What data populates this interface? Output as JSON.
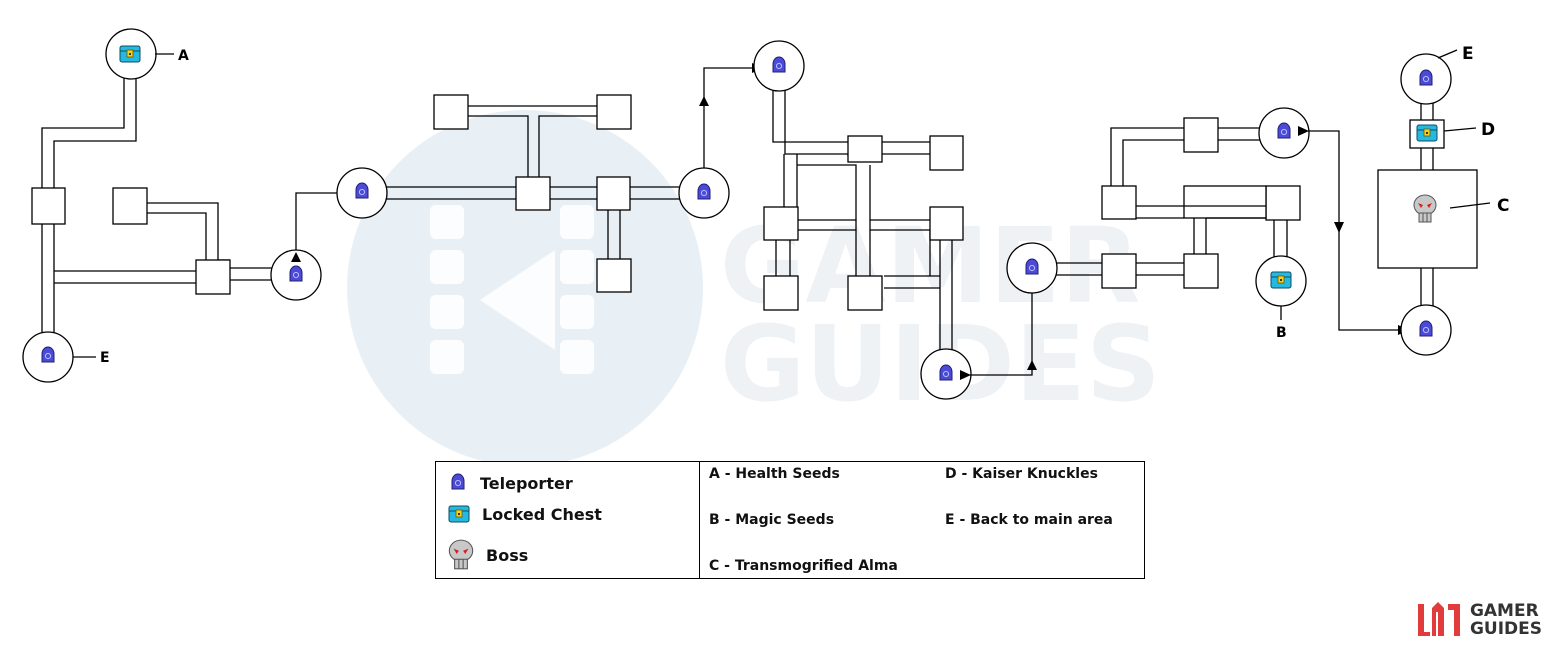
{
  "map": {
    "markers": {
      "a": "A",
      "b": "B",
      "c": "C",
      "d": "D",
      "e_left": "E",
      "e_right": "E"
    }
  },
  "legend": {
    "icons": [
      {
        "icon": "teleporter-icon",
        "label": "Teleporter"
      },
      {
        "icon": "locked-chest-icon",
        "label": "Locked Chest"
      },
      {
        "icon": "boss-skull-icon",
        "label": "Boss"
      }
    ],
    "keys": [
      {
        "text": "A - Health Seeds"
      },
      {
        "text": "B - Magic Seeds"
      },
      {
        "text": "C - Transmogrified Alma"
      },
      {
        "text": "D - Kaiser Knuckles"
      },
      {
        "text": "E - Back to main area"
      }
    ]
  },
  "watermark": {
    "line1": "GAMER",
    "line2": "GUIDES"
  },
  "brand": {
    "line1": "GAMER",
    "line2": "GUIDES"
  },
  "colors": {
    "teleporter": "#4b4bd8",
    "chest": "#25b8e0",
    "chest_lock": "#f2d21a",
    "skull": "#c8c8c8",
    "skull_eyes": "#d32020",
    "logo": "#e23b3b",
    "watermark": "#e9f0f5"
  }
}
